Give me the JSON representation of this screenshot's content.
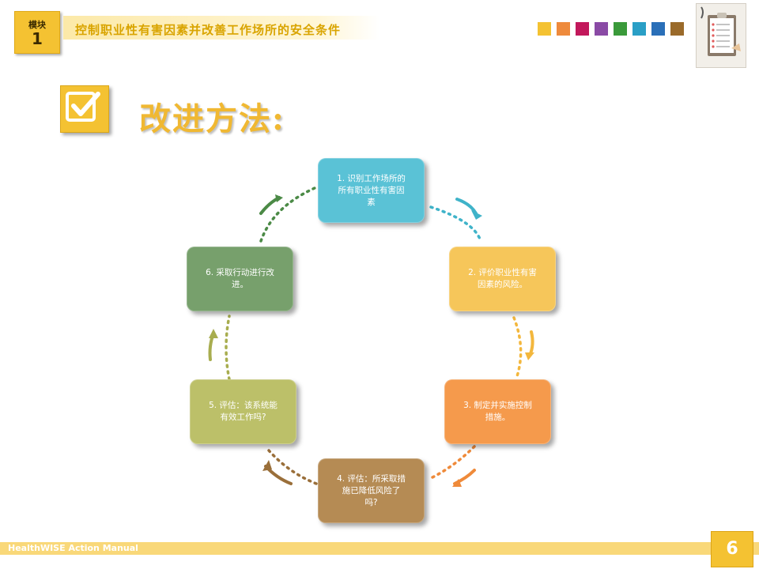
{
  "header": {
    "module_label": "模块",
    "module_number": "1",
    "title": "控制职业性有害因素并改善工作场所的安全条件",
    "swatch_colors": [
      "#f4c232",
      "#ee8a3c",
      "#c2185b",
      "#8a4aa5",
      "#3a9a3a",
      "#2a9fc6",
      "#2a6fb8",
      "#9a6a2a"
    ]
  },
  "section": {
    "title": "改进方法:",
    "icon": "checkbox-check-icon"
  },
  "cycle": {
    "steps": [
      {
        "text": "1. 识别工作场所的所有职业性有害因素",
        "color": "#5ac2d6"
      },
      {
        "text": "2. 评价职业性有害因素的风险。",
        "color": "#f6c65a"
      },
      {
        "text": "3. 制定并实施控制措施。",
        "color": "#f59a4c"
      },
      {
        "text": "4. 评估：所采取措施已降低风险了吗?",
        "color": "#b58b54"
      },
      {
        "text": "5. 评估：该系统能有效工作吗?",
        "color": "#bcc069"
      },
      {
        "text": "6. 采取行动进行改进。",
        "color": "#77a06c"
      }
    ]
  },
  "footer": {
    "manual": "HealthWISE Action Manual",
    "page": "6"
  }
}
